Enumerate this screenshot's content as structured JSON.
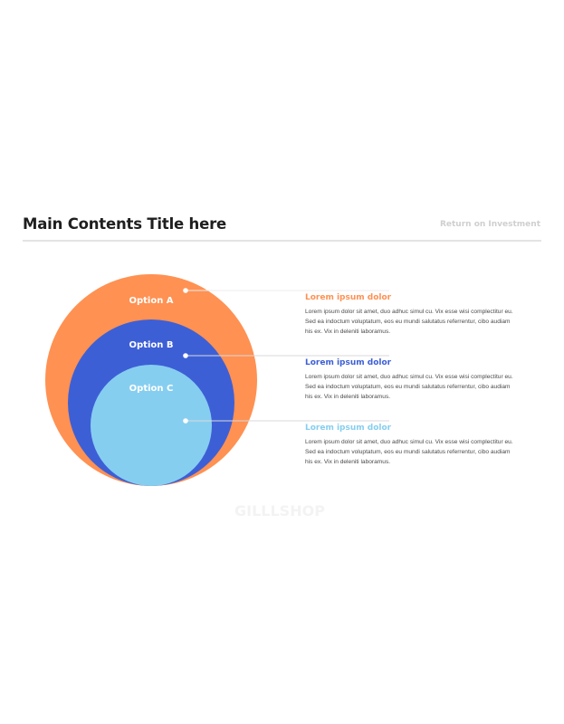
{
  "header": {
    "title": "Main Contents Title here",
    "subtitle": "Return on Investment"
  },
  "colors": {
    "orange": "#FF9152",
    "blue": "#3D5FD6",
    "light_blue": "#86CEF0"
  },
  "rings": [
    {
      "label": "Option A",
      "color": "#FF9152"
    },
    {
      "label": "Option B",
      "color": "#3D5FD6"
    },
    {
      "label": "Option C",
      "color": "#86CEF0"
    }
  ],
  "blocks": [
    {
      "heading": "Lorem ipsum dolor",
      "color": "#FF9152",
      "text": "Lorem ipsum dolor sit amet, duo adhuc simul cu. Vix esse wisi complectitur eu. Sed ea indoctum voluptatum, eos eu mundi salutatus referrentur, cibo audiam his ex. Vix in deleniti laboramus."
    },
    {
      "heading": "Lorem ipsum dolor",
      "color": "#3D5FD6",
      "text": "Lorem ipsum dolor sit amet, duo adhuc simul cu. Vix esse wisi complectitur eu. Sed ea indoctum voluptatum, eos eu mundi salutatus referrentur, cibo audiam his ex. Vix in deleniti laboramus."
    },
    {
      "heading": "Lorem ipsum dolor",
      "color": "#86CEF0",
      "text": "Lorem ipsum dolor sit amet, duo adhuc simul cu. Vix esse wisi complectitur eu. Sed ea indoctum voluptatum, eos eu mundi salutatus referrentur, cibo audiam his ex. Vix in deleniti laboramus."
    }
  ],
  "watermark": "GILLLSHOP"
}
